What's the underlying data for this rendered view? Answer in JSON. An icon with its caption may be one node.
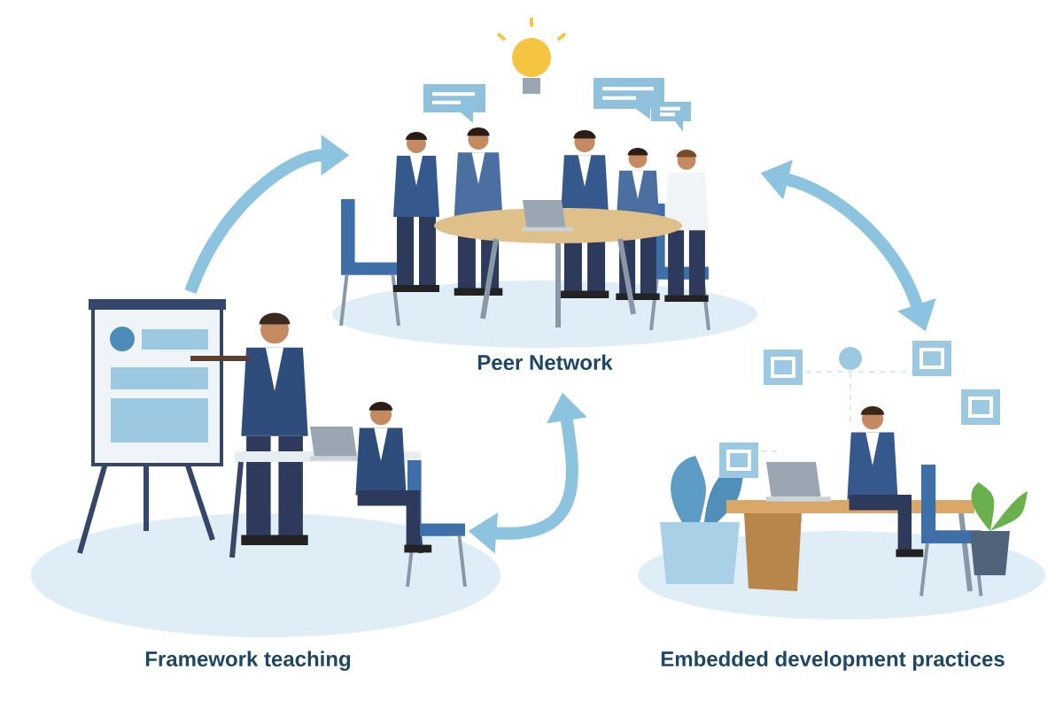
{
  "diagram": {
    "nodes": [
      {
        "text": [
          "Framework teaching"
        ]
      },
      {
        "text": [
          "Peer Network"
        ]
      },
      {
        "text": [
          "Embedded development practices"
        ]
      }
    ],
    "edges": [
      {
        "from": 0,
        "to": 1,
        "arrow": "to"
      },
      {
        "from": 1,
        "to": 2,
        "arrow": "both"
      },
      {
        "from": 0,
        "to": 1,
        "arrow": "both"
      }
    ]
  }
}
